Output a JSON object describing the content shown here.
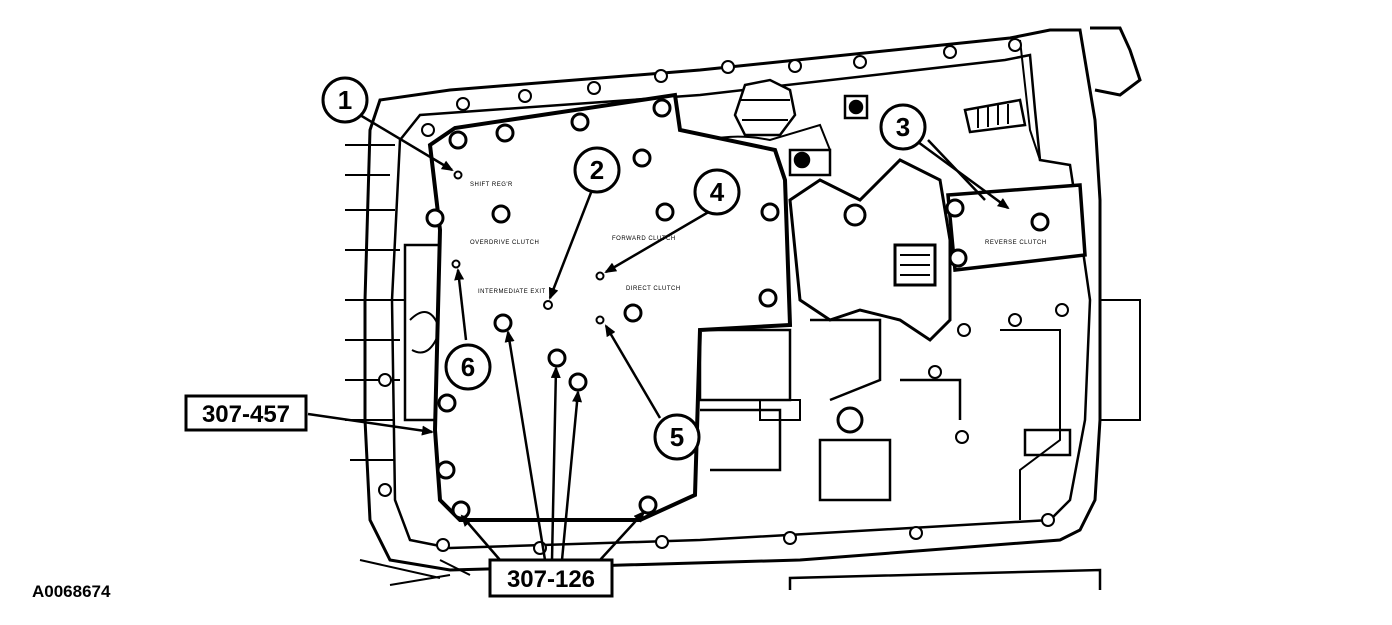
{
  "figure": {
    "id": "A0068674",
    "tool_labels": {
      "upper": "307-457",
      "lower": "307-126"
    },
    "callouts": [
      "1",
      "2",
      "3",
      "4",
      "5",
      "6"
    ],
    "port_labels": {
      "shift_reg": "SHIFT REG'R",
      "overdrive_clutch": "OVERDRIVE CLUTCH",
      "intermediate_exit": "INTERMEDIATE EXIT",
      "forward_clutch": "FORWARD CLUTCH",
      "direct_clutch": "DIRECT CLUTCH",
      "reverse_clutch": "REVERSE CLUTCH"
    }
  }
}
